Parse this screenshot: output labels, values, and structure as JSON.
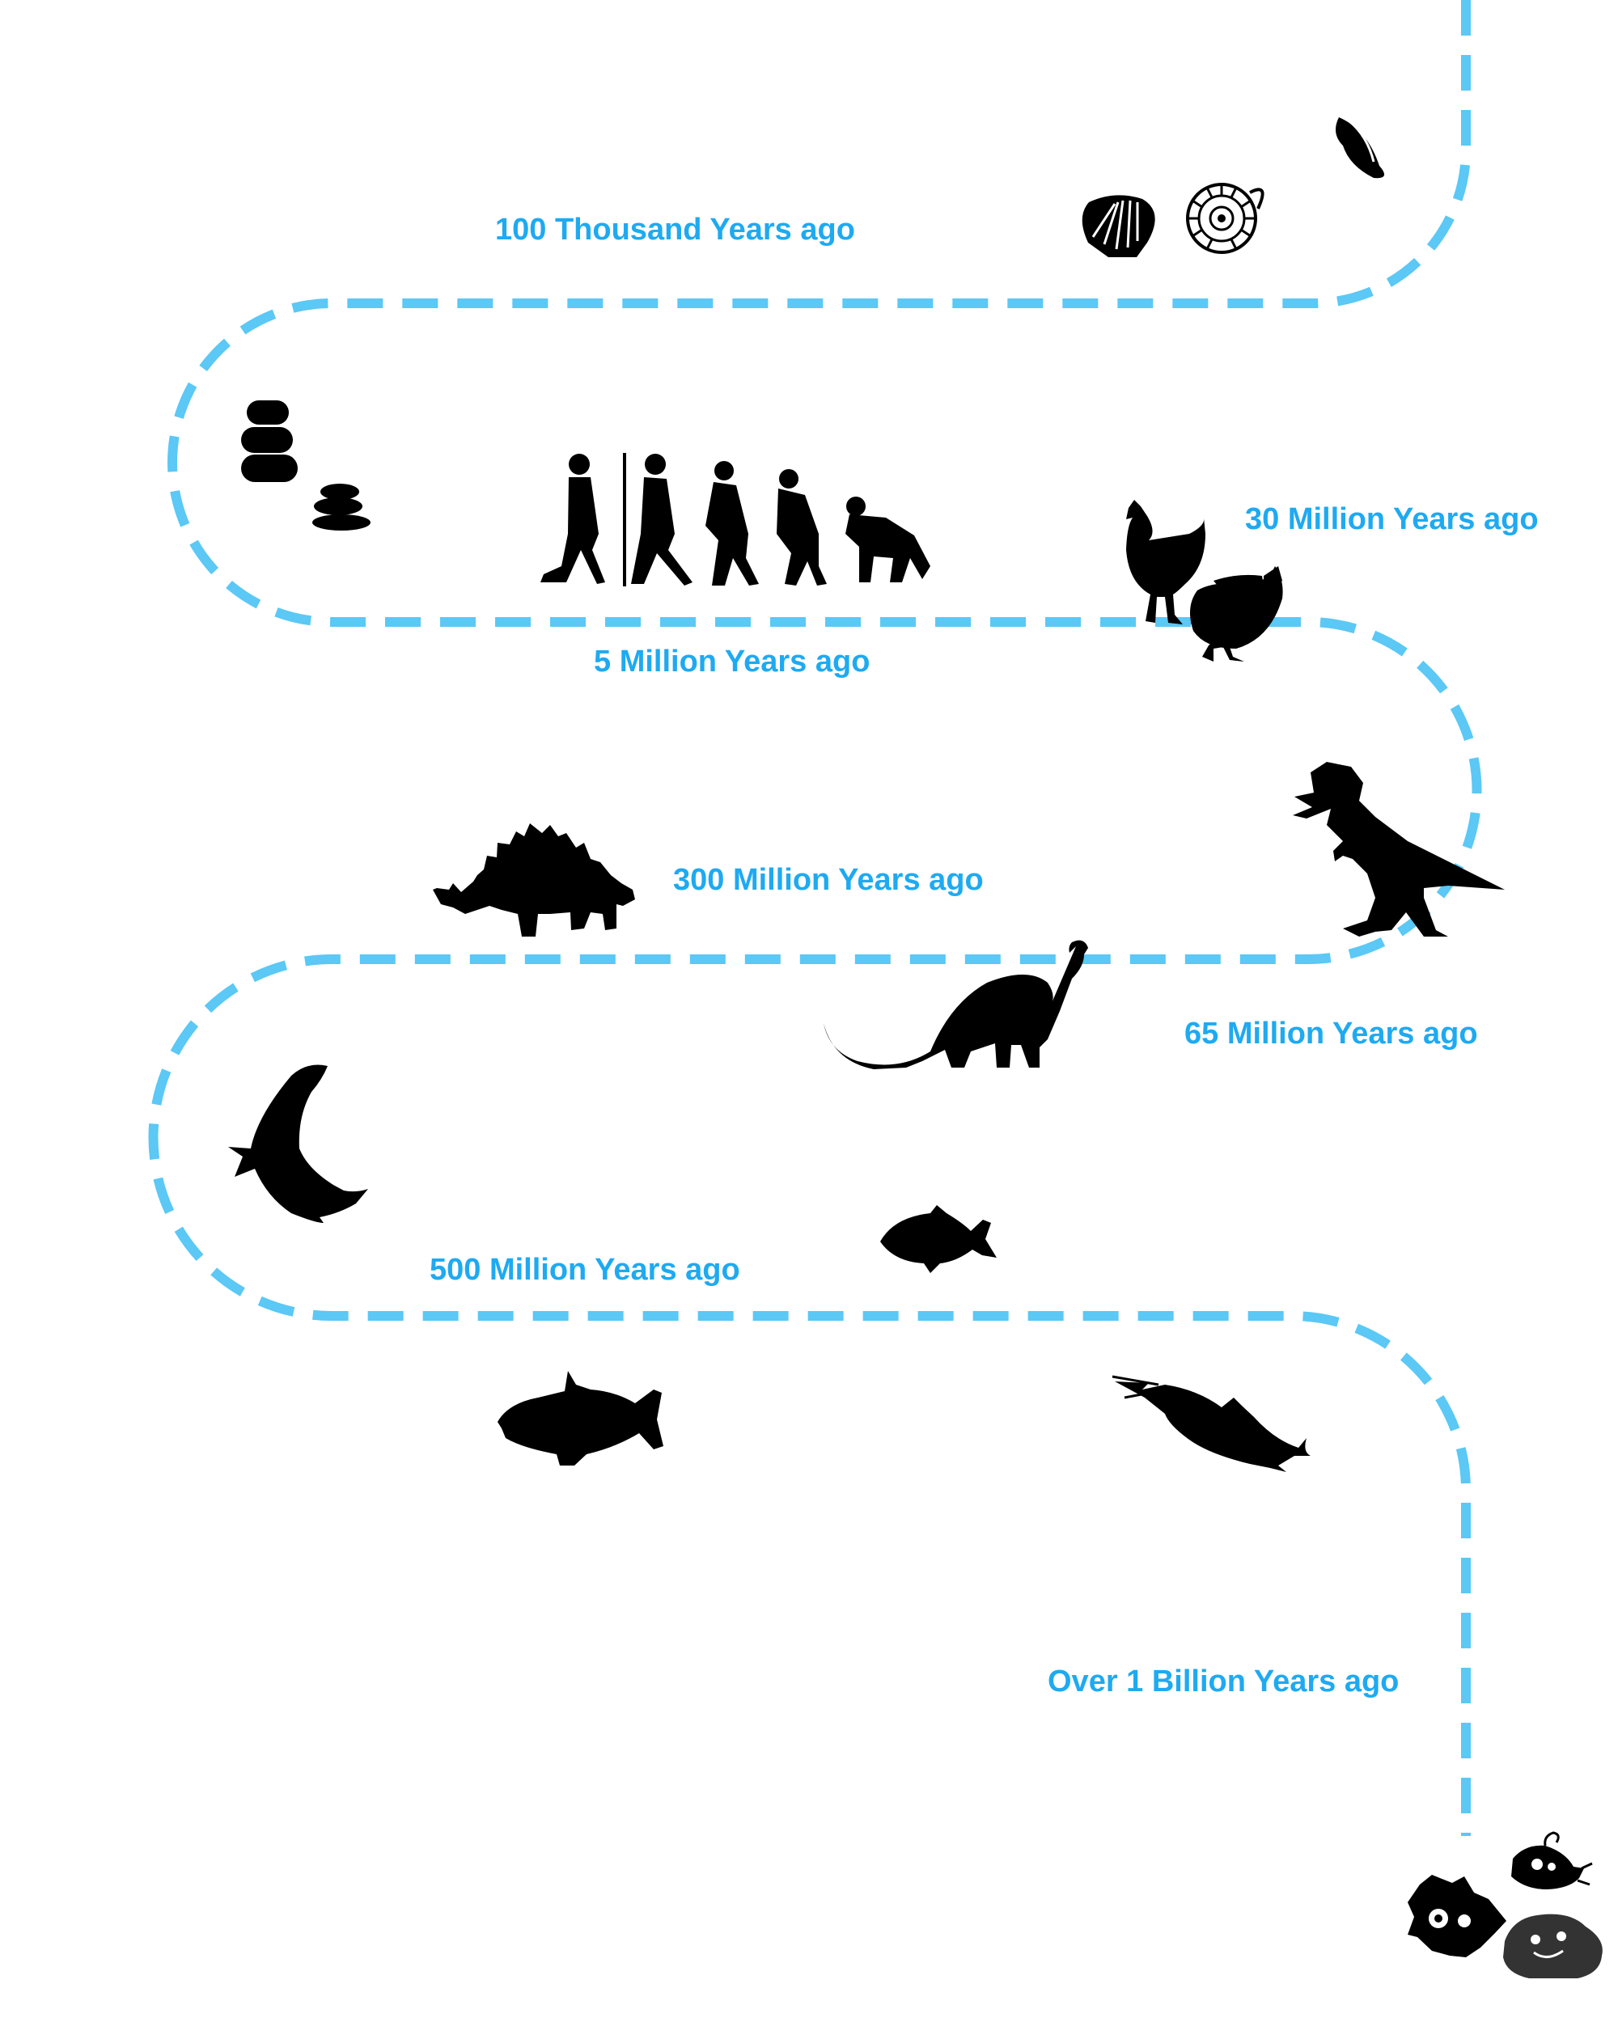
{
  "colors": {
    "path": "#5bc8f5",
    "label": "#1eaaf1",
    "silhouette": "#000000",
    "background": "#ffffff"
  },
  "eras": [
    {
      "id": "100k",
      "label": "100 Thousand Years ago",
      "icons": [
        "seashell-icon",
        "ammonite-icon",
        "conch-shell-icon"
      ]
    },
    {
      "id": "5m",
      "label": "5 Million Years ago",
      "icons": [
        "stacked-stones-icon",
        "human-evolution-icon"
      ]
    },
    {
      "id": "30m",
      "label": "30 Million Years ago",
      "icons": [
        "chicken-icon"
      ]
    },
    {
      "id": "65m",
      "label": "65 Million Years ago",
      "icons": [
        "t-rex-icon",
        "brontosaurus-icon"
      ]
    },
    {
      "id": "300m",
      "label": "300 Million Years ago",
      "icons": [
        "stegosaurus-icon"
      ]
    },
    {
      "id": "500m",
      "label": "500 Million Years ago",
      "icons": [
        "leaping-fish-icon",
        "small-fish-icon",
        "grouper-icon",
        "catfish-icon"
      ]
    },
    {
      "id": "1b",
      "label": "Over 1 Billion Years ago",
      "icons": [
        "microbes-icon"
      ]
    }
  ]
}
